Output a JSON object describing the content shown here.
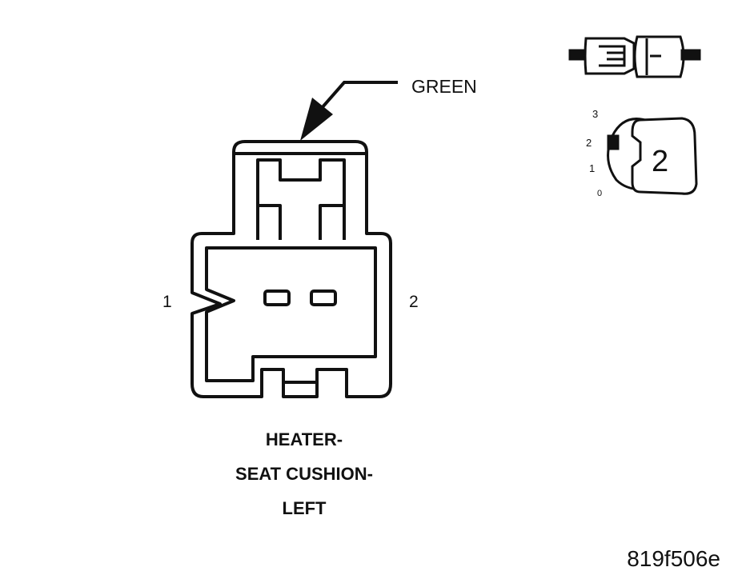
{
  "connector": {
    "color_label": "GREEN",
    "pins": [
      "1",
      "2"
    ],
    "title_lines": [
      "HEATER-",
      "SEAT CUSHION-",
      "LEFT"
    ],
    "figure_id": "819f506e"
  },
  "legend": {
    "key_position_numbers": [
      "3",
      "2",
      "1",
      "0"
    ],
    "key_number": "2"
  }
}
